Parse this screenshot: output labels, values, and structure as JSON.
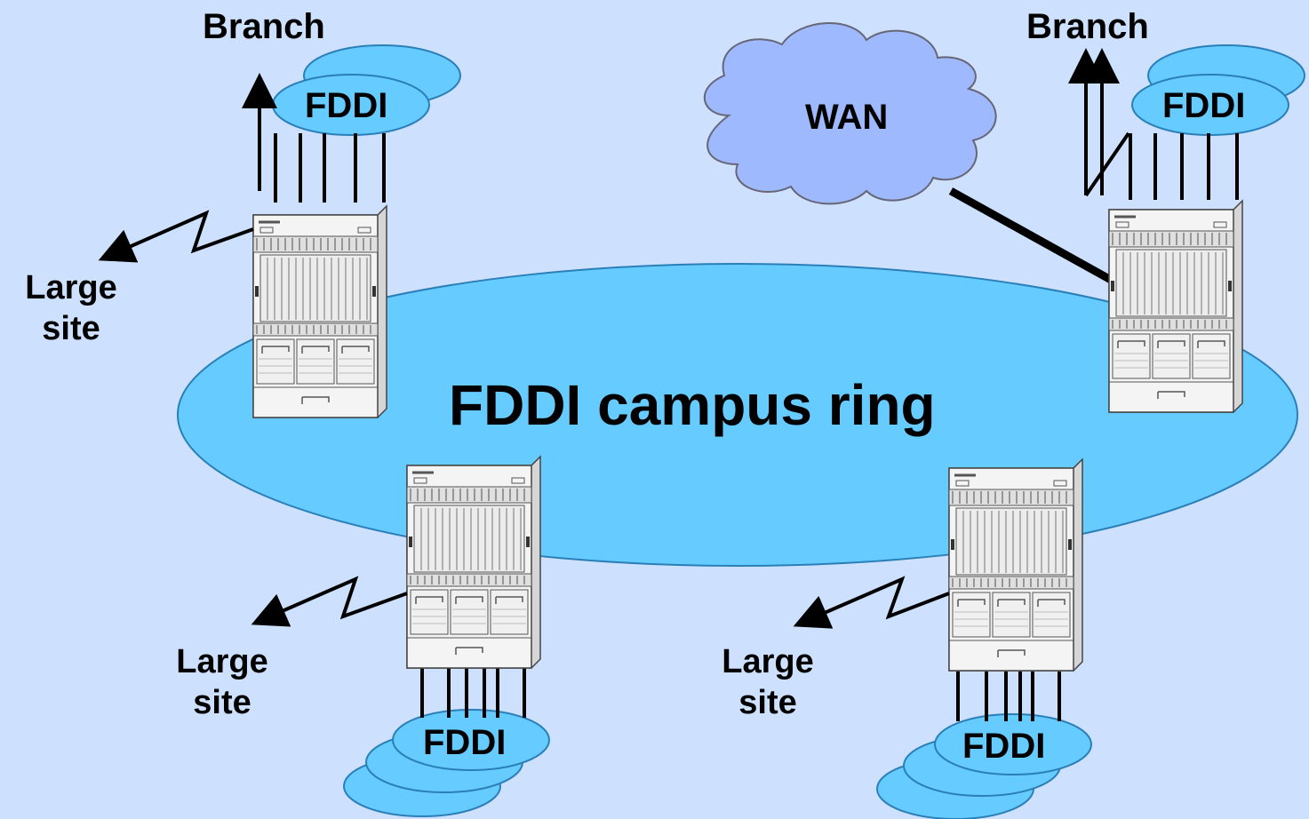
{
  "ring": {
    "label": "FDDI campus ring"
  },
  "wan": {
    "label": "WAN"
  },
  "routers": [
    {
      "branch_label": "Branch",
      "fddi_label": "FDDI",
      "site_label": "Large\nsite"
    },
    {
      "branch_label": "Branch",
      "fddi_label": "FDDI"
    },
    {
      "fddi_label": "FDDI",
      "site_label": "Large\nsite"
    },
    {
      "fddi_label": "FDDI",
      "site_label": "Large\nsite"
    }
  ],
  "colors": {
    "background": "#cde0fd",
    "ring_fill": "#66ccff",
    "fddi_fill": "#66ccff",
    "wan_fill": "#9fb9ff",
    "router_body": "#f2f2f2"
  }
}
